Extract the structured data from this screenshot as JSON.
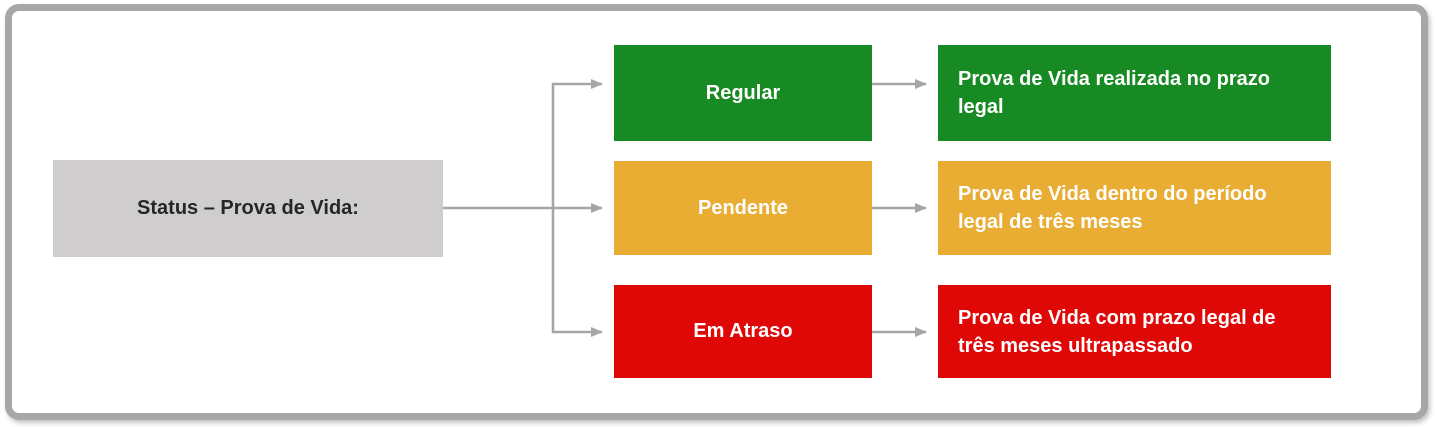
{
  "diagram": {
    "root": {
      "label": "Status – Prova de Vida:",
      "bg_color": "#CFCDCD",
      "text_color": "#262626"
    },
    "branches": [
      {
        "id": "regular",
        "status_label": "Regular",
        "description": "Prova de Vida realizada no prazo legal",
        "color": "#188A23",
        "text_color": "#FFFFFF"
      },
      {
        "id": "pendente",
        "status_label": "Pendente",
        "description": "Prova de Vida dentro do período legal de três meses",
        "color": "#E9AD33",
        "text_color": "#FFFFFF"
      },
      {
        "id": "em-atraso",
        "status_label": "Em Atraso",
        "description": "Prova de Vida com prazo legal de três meses ultrapassado",
        "color": "#E00707",
        "text_color": "#FFFFFF"
      }
    ],
    "connector_color": "#A6A6A6",
    "frame_color": "#A9A6A6"
  }
}
